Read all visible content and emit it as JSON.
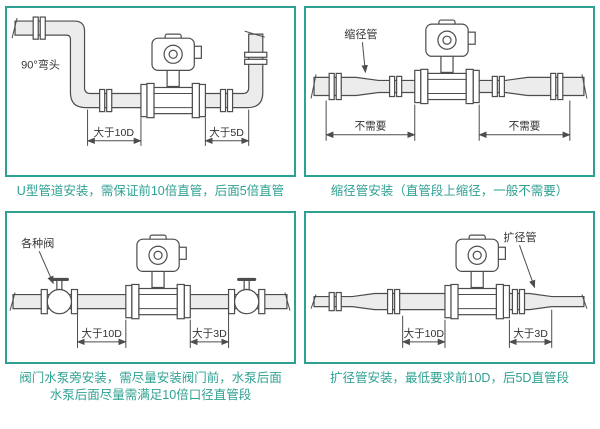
{
  "theme": {
    "accent": "#2fa193",
    "line_color": "#4d4d4d"
  },
  "panels": [
    {
      "caption": "U型管道安装，需保证前10倍直管，后面5倍直管",
      "labels": {
        "part": "90°弯头",
        "dim_left": "大于10D",
        "dim_right": "大于5D"
      }
    },
    {
      "caption": "缩径管安装（直管段上缩径，一般不需要）",
      "labels": {
        "part": "缩径管",
        "dim_left": "不需要",
        "dim_right": "不需要"
      }
    },
    {
      "caption": "阀门水泵旁安装，需尽量安装阀门前，水泵后面",
      "caption2": "水泵后面尽量需满足10倍口径直管段",
      "labels": {
        "part": "各种阀",
        "dim_left": "大于10D",
        "dim_right": "大于3D"
      }
    },
    {
      "caption": "扩径管安装，最低要求前10D，后5D直管段",
      "labels": {
        "part": "扩径管",
        "dim_left": "大于10D",
        "dim_right": "大于3D"
      }
    }
  ]
}
